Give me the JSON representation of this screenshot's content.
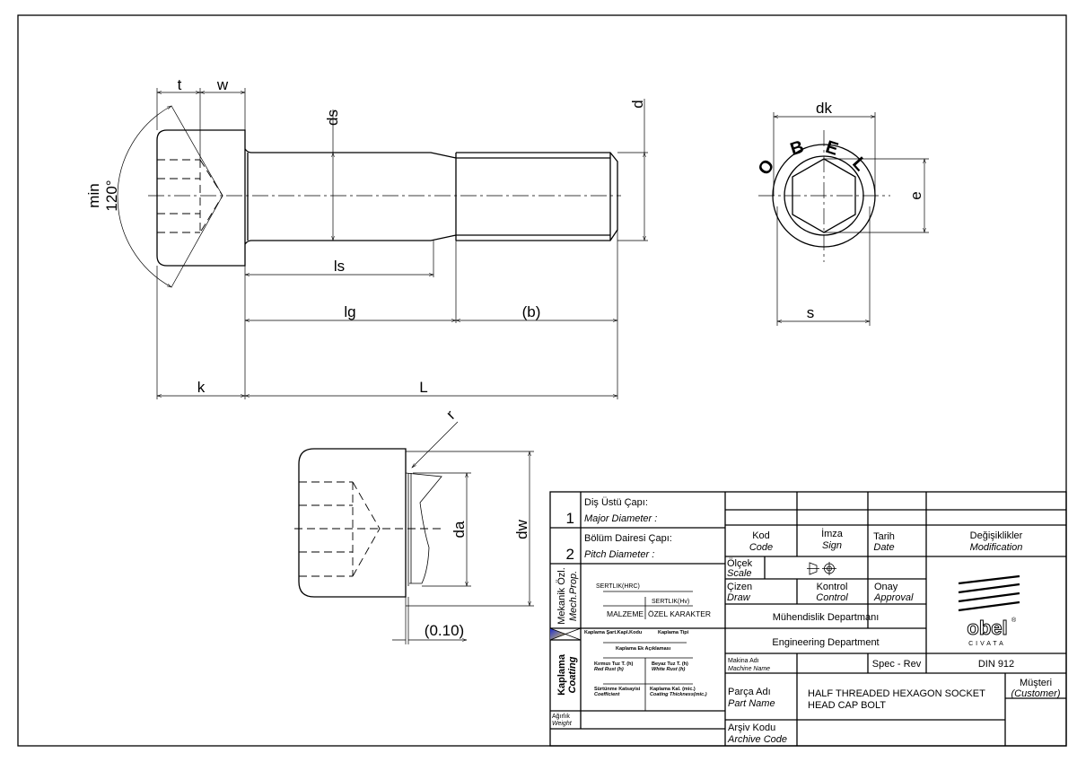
{
  "drawing": {
    "side_view": {
      "t": "t",
      "w": "w",
      "angle_min": "min",
      "angle_value": "120°",
      "ds": "ds",
      "d": "d",
      "ls": "ls",
      "lg": "lg",
      "b": "(b)",
      "k": "k",
      "L": "L"
    },
    "end_view": {
      "dk": "dk",
      "e": "e",
      "s": "s",
      "logo_letters": [
        "O",
        "B",
        "E",
        "L"
      ]
    },
    "detail_view": {
      "r": "r",
      "da": "da",
      "dw": "dw",
      "gap": "(0.10)"
    }
  },
  "title_block": {
    "major_diameter": {
      "num": "1",
      "tr": "Diş Üstü Çapı:",
      "en": "Major Diameter :"
    },
    "pitch_diameter": {
      "num": "2",
      "tr": "Bölüm Dairesi Çapı:",
      "en": "Pitch Diameter :"
    },
    "mech_prop": {
      "tr": "Mekanik Özl.",
      "en": "Mech.Prop.",
      "hardness_hrc": "SERTLIK(HRC)",
      "hardness_hv": "SERTLIK(Hv)",
      "material": "MALZEME",
      "special": "ÖZEL KARAKTER"
    },
    "coating": {
      "tr": "Kaplama",
      "en": "Coating",
      "spec_code": "Kaplama Şart.Kapl.Kodu",
      "type": "Kaplama Tipi",
      "extra": "Kaplama Ek Açıklaması",
      "red_rust_tr": "Kırmızı Tuz T. (h)",
      "red_rust_en": "Red Rust (h)",
      "white_rust_tr": "Beyaz Tuz T. (h)",
      "white_rust_en": "White Rust (h)",
      "friction_tr": "Sürtünme Katsayisi",
      "friction_en": "Coefficient",
      "thickness_tr": "Kaplama Kal. (mic.)",
      "thickness_en": "Coating Thickness(mic.)"
    },
    "weight": {
      "tr": "Ağırlık",
      "en": "Weight"
    },
    "code": {
      "tr": "Kod",
      "en": "Code"
    },
    "sign": {
      "tr": "İmza",
      "en": "Sign"
    },
    "date": {
      "tr": "Tarih",
      "en": "Date"
    },
    "modification": {
      "tr": "Değişiklikler",
      "en": "Modification"
    },
    "scale": {
      "tr": "Ölçek",
      "en": "Scale"
    },
    "draw": {
      "tr": "Çizen",
      "en": "Draw"
    },
    "control": {
      "tr": "Kontrol",
      "en": "Control"
    },
    "approval": {
      "tr": "Onay",
      "en": "Approval"
    },
    "department_tr": "Mühendislik Departmanı",
    "department_en": "Engineering Department",
    "machine_name": {
      "tr": "Makina Adı",
      "en": "Machine Name"
    },
    "spec_rev": "Spec - Rev",
    "standard": "DIN 912",
    "part_name": {
      "tr": "Parça Adı",
      "en": "Part Name",
      "line1": "HALF THREADED HEXAGON SOCKET",
      "line2": "HEAD CAP BOLT"
    },
    "customer": {
      "tr": "Müşteri",
      "en": "(Customer)"
    },
    "archive_code": {
      "tr": "Arşiv Kodu",
      "en": "Archive Code"
    },
    "logo": {
      "name": "obel",
      "sub": "CIVATA",
      "reg": "®"
    }
  }
}
